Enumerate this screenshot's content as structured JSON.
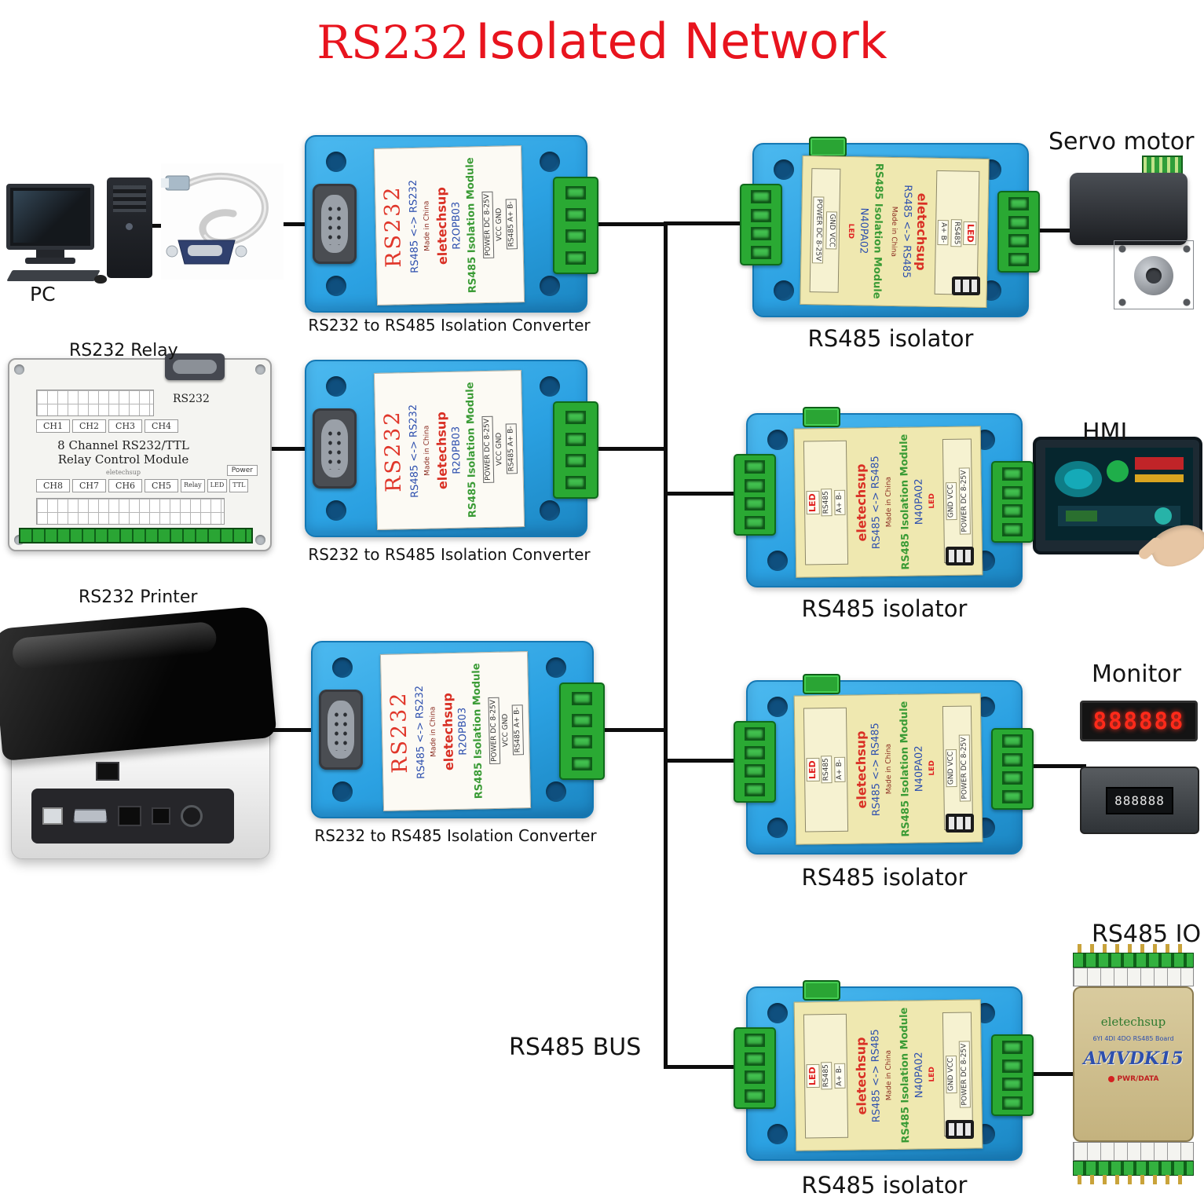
{
  "title": {
    "prefix": "RS232",
    "rest": "Isolated Network"
  },
  "captions": {
    "converter": "RS232 to RS485 Isolation Converter",
    "isolator": "RS485 isolator"
  },
  "labels": {
    "pc": "PC",
    "relay": "RS232 Relay",
    "printer": "RS232 Printer",
    "servo": "Servo motor",
    "hmi": "HMI",
    "monitor": "Monitor",
    "io": "RS485 IO",
    "bus": "RS485 BUS"
  },
  "converter_module": {
    "rs232": "RS232",
    "conversion": "RS485 <-> RS232",
    "made_in": "Made in China",
    "brand": "eletechsup",
    "model": "R2OPB03",
    "module_name": "RS485 Isolation Module",
    "power": "POWER DC 8-25V",
    "pins_power": "VCC GND",
    "pins_485": "RS485 A+ B-"
  },
  "isolator_module": {
    "module_name": "RS485 Isolation Module",
    "brand": "eletechsup",
    "conversion": "RS485 <-> RS485",
    "model": "N40PA02",
    "led": "LED",
    "rs485": "RS485",
    "pins_ab": "A+ B-",
    "pins_power": "GND VCC",
    "made_in": "Made in China",
    "power": "POWER DC 8-25V"
  },
  "relay_board": {
    "rs232": "RS232",
    "title1": "8 Channel RS232/TTL",
    "title2": "Relay Control Module",
    "brand": "eletechsup",
    "ch_top": [
      "CH1",
      "CH2",
      "CH3",
      "CH4"
    ],
    "ch_bottom": [
      "CH8",
      "CH7",
      "CH6",
      "CH5"
    ],
    "power": "Power",
    "relay": "Relay",
    "led": "LED",
    "ttl": "TTL"
  },
  "monitor": {
    "red_digits": "888888",
    "meter_digits": "888888"
  },
  "io_module": {
    "brand": "eletechsup",
    "board_line": "6YI 4DI 4DO RS485 Board",
    "model": "AMVDK15",
    "status": "PWR/DATA"
  },
  "colors": {
    "title_red": "#e8141e",
    "case_blue": "#2ba1e2",
    "terminal_green": "#2aa933",
    "converter_label_bg": "#fcfaf4",
    "isolator_label_bg": "#efe8b0",
    "brand_red": "#d93025",
    "module_green": "#3a9b35",
    "model_blue": "#2d4fae",
    "led_red": "#ff2a1a"
  }
}
